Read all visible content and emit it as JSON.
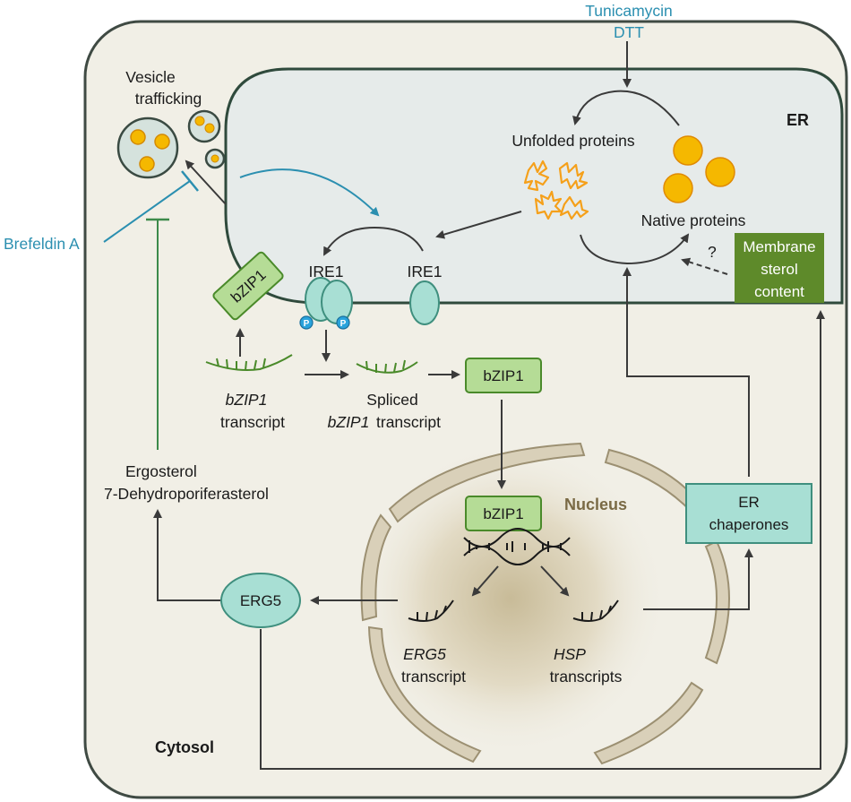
{
  "treatments": {
    "er_stress_1": "Tunicamycin",
    "er_stress_2": "DTT",
    "brefeldin": "Brefeldin A"
  },
  "compartments": {
    "er": "ER",
    "cytosol": "Cytosol",
    "nucleus": "Nucleus"
  },
  "vesicle": {
    "line1": "Vesicle",
    "line2": "trafficking"
  },
  "proteins": {
    "unfolded": "Unfolded proteins",
    "native": "Native proteins"
  },
  "membrane_sterol": {
    "line1": "Membrane",
    "line2": "sterol",
    "line3": "content",
    "question": "?"
  },
  "ire1": {
    "left": "IRE1",
    "right": "IRE1",
    "phospho": "P"
  },
  "bzip1": {
    "membrane": "bZIP1",
    "cytosol": "bZIP1",
    "nucleus": "bZIP1"
  },
  "transcripts": {
    "bzip1_name": "bZIP1",
    "bzip1_word": "transcript",
    "spliced_line1": "Spliced",
    "spliced_name": "bZIP1",
    "spliced_word": "transcript",
    "erg5_name": "ERG5",
    "erg5_word": "transcript",
    "hsp_name": "HSP",
    "hsp_word": "transcripts"
  },
  "erg5_protein": "ERG5",
  "sterols": {
    "line1": "Ergosterol",
    "line2": "7-Dehydroporiferasterol"
  },
  "chaperones": {
    "line1": "ER",
    "line2": "chaperones"
  },
  "colors": {
    "cell_fill": "#f1efe6",
    "er_fill": "#e6ebea",
    "bzip1_fill": "#b5dc96",
    "ire1_fill": "#a8dfd4",
    "chaperone_fill": "#a8dfd4",
    "sterol_box": "#5e8a2a",
    "inhibitor_blue": "#2b8fb0",
    "inhibitor_green": "#3c8a4a",
    "native_protein": "#f5b800",
    "unfolded_protein": "#f5a01a",
    "nucleus_wall": "#d9d0b9"
  }
}
